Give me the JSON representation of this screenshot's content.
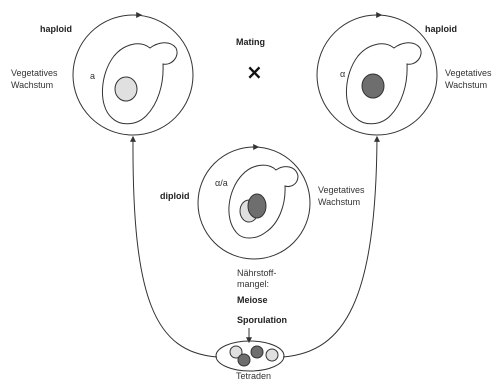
{
  "labels": {
    "haploid_left": "haploid",
    "haploid_right": "haploid",
    "mating": "Mating",
    "cross": "×",
    "veg_left_1": "Vegetatives",
    "veg_left_2": "Wachstum",
    "veg_right_1": "Vegetatives",
    "veg_right_2": "Wachstum",
    "veg_mid_1": "Vegetatives",
    "veg_mid_2": "Wachstum",
    "mating_type_a": "a",
    "mating_type_alpha": "α",
    "mating_type_alpha_a": "α/a",
    "diploid": "diploid",
    "naehrstoff_1": "Nährstoff-",
    "naehrstoff_2": "mangel:",
    "meiose": "Meiose",
    "sporulation": "Sporulation",
    "tetraden": "Tetraden"
  },
  "colors": {
    "line": "#333333",
    "nucleus_light": "#e0e0e0",
    "nucleus_dark": "#6e6e6e"
  }
}
